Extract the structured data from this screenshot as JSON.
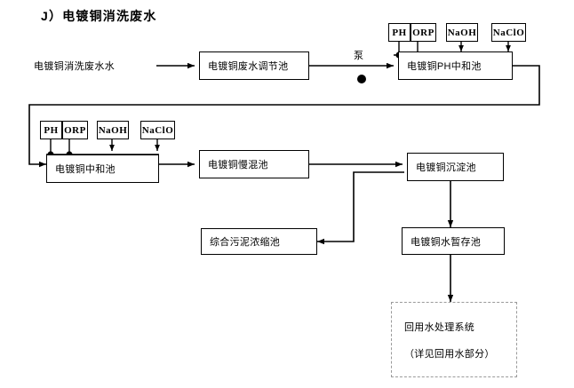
{
  "diagram": {
    "title": "J）电镀铜消洗废水",
    "background": "#ffffff",
    "line_color": "#000000",
    "dashed_box_color": "#9a9a9a"
  },
  "labels": {
    "influent": "电镀铜消洗废水水",
    "pump": "泵"
  },
  "nodes": {
    "adjust_tank": "电镀铜废水调节池",
    "ph_neutralize_tank": "电镀铜PH中和池",
    "neutralize_tank": "电镀铜中和池",
    "slow_mix_tank": "电镀铜慢混池",
    "sediment_tank": "电镀铜沉淀池",
    "sludge_thickener": "综合污泥浓缩池",
    "water_storage_tank": "电镀铜水暂存池",
    "reuse_system_line1": "回用水处理系统",
    "reuse_system_line2": "（详见回用水部分）"
  },
  "reagents_top": [
    {
      "label": "PH"
    },
    {
      "label": "ORP"
    },
    {
      "label": "NaOH"
    },
    {
      "label": "NaClO"
    }
  ],
  "reagents_mid": [
    {
      "label": "PH"
    },
    {
      "label": "ORP"
    },
    {
      "label": "NaOH"
    },
    {
      "label": "NaClO"
    }
  ]
}
